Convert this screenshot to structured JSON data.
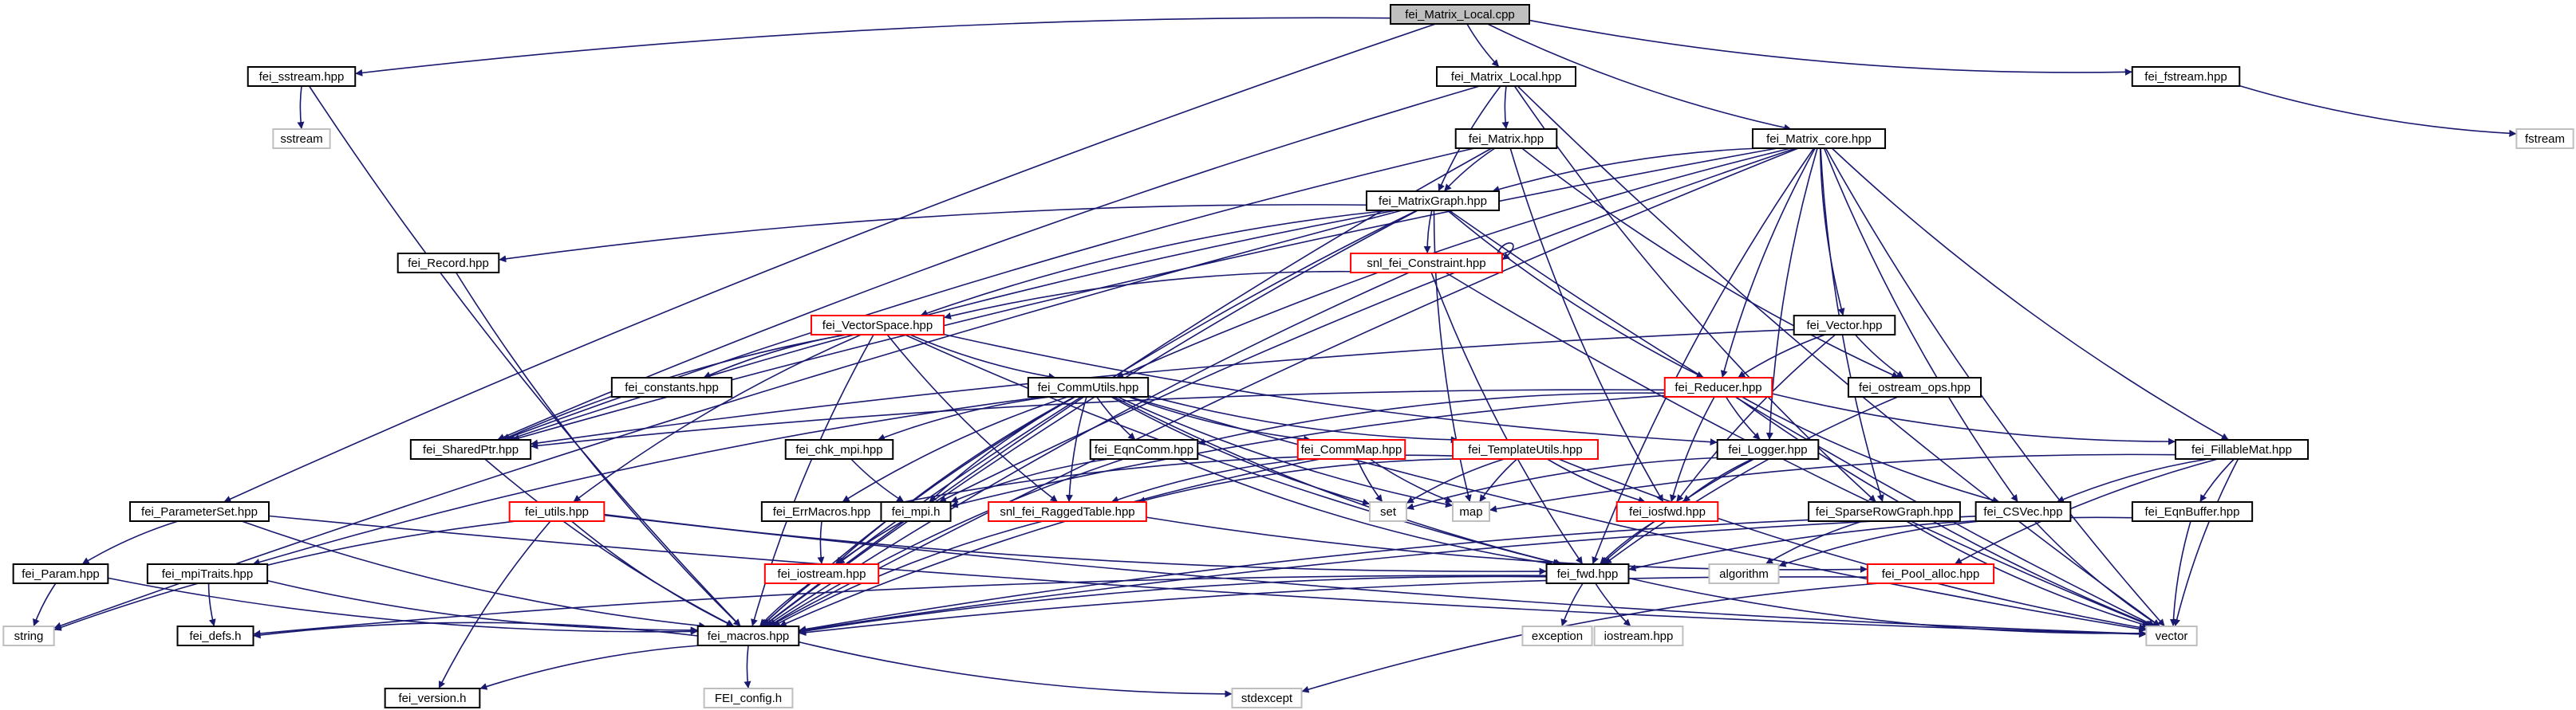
{
  "graph": {
    "nodes": [
      {
        "id": "local_cpp",
        "label": "fei_Matrix_Local.cpp",
        "style": "root"
      },
      {
        "id": "sstream_hpp",
        "label": "fei_sstream.hpp",
        "style": "normal"
      },
      {
        "id": "local_hpp",
        "label": "fei_Matrix_Local.hpp",
        "style": "normal"
      },
      {
        "id": "fstream_hpp",
        "label": "fei_fstream.hpp",
        "style": "normal"
      },
      {
        "id": "sstream",
        "label": "sstream",
        "style": "system"
      },
      {
        "id": "fstream",
        "label": "fstream",
        "style": "system"
      },
      {
        "id": "matrix_hpp",
        "label": "fei_Matrix.hpp",
        "style": "normal"
      },
      {
        "id": "core_hpp",
        "label": "fei_Matrix_core.hpp",
        "style": "normal"
      },
      {
        "id": "graph_hpp",
        "label": "fei_MatrixGraph.hpp",
        "style": "normal"
      },
      {
        "id": "record",
        "label": "fei_Record.hpp",
        "style": "normal"
      },
      {
        "id": "constraint",
        "label": "snl_fei_Constraint.hpp",
        "style": "red"
      },
      {
        "id": "vspace",
        "label": "fei_VectorSpace.hpp",
        "style": "red"
      },
      {
        "id": "vector_hpp",
        "label": "fei_Vector.hpp",
        "style": "normal"
      },
      {
        "id": "constants",
        "label": "fei_constants.hpp",
        "style": "normal"
      },
      {
        "id": "commutils",
        "label": "fei_CommUtils.hpp",
        "style": "normal"
      },
      {
        "id": "reducer",
        "label": "fei_Reducer.hpp",
        "style": "red"
      },
      {
        "id": "ostream_ops",
        "label": "fei_ostream_ops.hpp",
        "style": "normal"
      },
      {
        "id": "sharedptr",
        "label": "fei_SharedPtr.hpp",
        "style": "normal"
      },
      {
        "id": "chk_mpi",
        "label": "fei_chk_mpi.hpp",
        "style": "normal"
      },
      {
        "id": "eqncomm",
        "label": "fei_EqnComm.hpp",
        "style": "normal"
      },
      {
        "id": "commmap",
        "label": "fei_CommMap.hpp",
        "style": "red"
      },
      {
        "id": "templateutils",
        "label": "fei_TemplateUtils.hpp",
        "style": "red"
      },
      {
        "id": "logger",
        "label": "fei_Logger.hpp",
        "style": "normal"
      },
      {
        "id": "fillable",
        "label": "fei_FillableMat.hpp",
        "style": "normal"
      },
      {
        "id": "paramset",
        "label": "fei_ParameterSet.hpp",
        "style": "normal"
      },
      {
        "id": "utils",
        "label": "fei_utils.hpp",
        "style": "red"
      },
      {
        "id": "errmacros",
        "label": "fei_ErrMacros.hpp",
        "style": "normal"
      },
      {
        "id": "mpi_h",
        "label": "fei_mpi.h",
        "style": "normal"
      },
      {
        "id": "ragged",
        "label": "snl_fei_RaggedTable.hpp",
        "style": "red"
      },
      {
        "id": "set",
        "label": "set",
        "style": "system"
      },
      {
        "id": "map",
        "label": "map",
        "style": "system"
      },
      {
        "id": "iosfwd",
        "label": "fei_iosfwd.hpp",
        "style": "red"
      },
      {
        "id": "sparserow",
        "label": "fei_SparseRowGraph.hpp",
        "style": "normal"
      },
      {
        "id": "csvec",
        "label": "fei_CSVec.hpp",
        "style": "normal"
      },
      {
        "id": "eqnbuffer",
        "label": "fei_EqnBuffer.hpp",
        "style": "normal"
      },
      {
        "id": "param",
        "label": "fei_Param.hpp",
        "style": "normal"
      },
      {
        "id": "mpitraits",
        "label": "fei_mpiTraits.hpp",
        "style": "normal"
      },
      {
        "id": "iostream_hpp",
        "label": "fei_iostream.hpp",
        "style": "red"
      },
      {
        "id": "fwd",
        "label": "fei_fwd.hpp",
        "style": "normal"
      },
      {
        "id": "algorithm",
        "label": "algorithm",
        "style": "system"
      },
      {
        "id": "pool",
        "label": "fei_Pool_alloc.hpp",
        "style": "red"
      },
      {
        "id": "string",
        "label": "string",
        "style": "system"
      },
      {
        "id": "defs",
        "label": "fei_defs.h",
        "style": "normal"
      },
      {
        "id": "macros",
        "label": "fei_macros.hpp",
        "style": "normal"
      },
      {
        "id": "vector",
        "label": "vector",
        "style": "system"
      },
      {
        "id": "exception",
        "label": "exception",
        "style": "system"
      },
      {
        "id": "iostream_std",
        "label": "iostream.hpp",
        "style": "system"
      },
      {
        "id": "version",
        "label": "fei_version.h",
        "style": "normal"
      },
      {
        "id": "config",
        "label": "FEI_config.h",
        "style": "system"
      },
      {
        "id": "stdexcept",
        "label": "stdexcept",
        "style": "system"
      }
    ],
    "edges": [
      [
        "local_cpp",
        "sstream_hpp"
      ],
      [
        "local_cpp",
        "local_hpp"
      ],
      [
        "local_cpp",
        "fstream_hpp"
      ],
      [
        "local_cpp",
        "core_hpp"
      ],
      [
        "local_cpp",
        "paramset"
      ],
      [
        "sstream_hpp",
        "sstream"
      ],
      [
        "sstream_hpp",
        "macros"
      ],
      [
        "fstream_hpp",
        "fstream"
      ],
      [
        "local_hpp",
        "matrix_hpp"
      ],
      [
        "local_hpp",
        "graph_hpp"
      ],
      [
        "local_hpp",
        "sharedptr"
      ],
      [
        "local_hpp",
        "sparserow"
      ],
      [
        "local_hpp",
        "vector"
      ],
      [
        "matrix_hpp",
        "graph_hpp"
      ],
      [
        "matrix_hpp",
        "sharedptr"
      ],
      [
        "matrix_hpp",
        "iosfwd"
      ],
      [
        "matrix_hpp",
        "macros"
      ],
      [
        "matrix_hpp",
        "ostream_ops"
      ],
      [
        "core_hpp",
        "graph_hpp"
      ],
      [
        "core_hpp",
        "vector_hpp"
      ],
      [
        "core_hpp",
        "reducer"
      ],
      [
        "core_hpp",
        "fillable"
      ],
      [
        "core_hpp",
        "commutils"
      ],
      [
        "core_hpp",
        "fwd"
      ],
      [
        "core_hpp",
        "macros"
      ],
      [
        "core_hpp",
        "vector"
      ],
      [
        "core_hpp",
        "logger"
      ],
      [
        "core_hpp",
        "sharedptr"
      ],
      [
        "core_hpp",
        "mpi_h"
      ],
      [
        "core_hpp",
        "csvec"
      ],
      [
        "core_hpp",
        "sparserow"
      ],
      [
        "graph_hpp",
        "record"
      ],
      [
        "graph_hpp",
        "constraint"
      ],
      [
        "graph_hpp",
        "vspace"
      ],
      [
        "graph_hpp",
        "reducer"
      ],
      [
        "graph_hpp",
        "sharedptr"
      ],
      [
        "graph_hpp",
        "iostream_hpp"
      ],
      [
        "graph_hpp",
        "vector"
      ],
      [
        "graph_hpp",
        "map"
      ],
      [
        "graph_hpp",
        "string"
      ],
      [
        "graph_hpp",
        "macros"
      ],
      [
        "record",
        "macros"
      ],
      [
        "constraint",
        "constraint"
      ],
      [
        "constraint",
        "vspace"
      ],
      [
        "constraint",
        "fwd"
      ],
      [
        "constraint",
        "macros"
      ],
      [
        "constraint",
        "vector"
      ],
      [
        "vspace",
        "constants"
      ],
      [
        "vspace",
        "commutils"
      ],
      [
        "vspace",
        "sharedptr"
      ],
      [
        "vspace",
        "ragged"
      ],
      [
        "vspace",
        "logger"
      ],
      [
        "vspace",
        "utils"
      ],
      [
        "vspace",
        "macros"
      ],
      [
        "vspace",
        "fwd"
      ],
      [
        "vector_hpp",
        "reducer"
      ],
      [
        "vector_hpp",
        "ostream_ops"
      ],
      [
        "vector_hpp",
        "iosfwd"
      ],
      [
        "vector_hpp",
        "sharedptr"
      ],
      [
        "commutils",
        "chk_mpi"
      ],
      [
        "commutils",
        "eqncomm"
      ],
      [
        "commutils",
        "commmap"
      ],
      [
        "commutils",
        "templateutils"
      ],
      [
        "commutils",
        "mpi_h"
      ],
      [
        "commutils",
        "ragged"
      ],
      [
        "commutils",
        "errmacros"
      ],
      [
        "commutils",
        "iostream_hpp"
      ],
      [
        "commutils",
        "set"
      ],
      [
        "commutils",
        "map"
      ],
      [
        "commutils",
        "vector"
      ],
      [
        "commutils",
        "fwd"
      ],
      [
        "commutils",
        "mpitraits"
      ],
      [
        "commutils",
        "macros"
      ],
      [
        "reducer",
        "logger"
      ],
      [
        "reducer",
        "fillable"
      ],
      [
        "reducer",
        "csvec"
      ],
      [
        "reducer",
        "sharedptr"
      ],
      [
        "reducer",
        "eqncomm"
      ],
      [
        "reducer",
        "mpi_h"
      ],
      [
        "reducer",
        "iosfwd"
      ],
      [
        "reducer",
        "vector"
      ],
      [
        "ostream_ops",
        "fwd"
      ],
      [
        "sharedptr",
        "macros"
      ],
      [
        "chk_mpi",
        "mpi_h"
      ],
      [
        "eqncomm",
        "mpi_h"
      ],
      [
        "eqncomm",
        "fwd"
      ],
      [
        "eqncomm",
        "macros"
      ],
      [
        "commmap",
        "set"
      ],
      [
        "commmap",
        "map"
      ],
      [
        "commmap",
        "ragged"
      ],
      [
        "commmap",
        "macros"
      ],
      [
        "templateutils",
        "set"
      ],
      [
        "templateutils",
        "map"
      ],
      [
        "templateutils",
        "vector"
      ],
      [
        "templateutils",
        "iosfwd"
      ],
      [
        "templateutils",
        "errmacros"
      ],
      [
        "templateutils",
        "ragged"
      ],
      [
        "logger",
        "iosfwd"
      ],
      [
        "logger",
        "set"
      ],
      [
        "logger",
        "fwd"
      ],
      [
        "fillable",
        "csvec"
      ],
      [
        "fillable",
        "eqnbuffer"
      ],
      [
        "fillable",
        "pool"
      ],
      [
        "fillable",
        "vector"
      ],
      [
        "fillable",
        "map"
      ],
      [
        "paramset",
        "param"
      ],
      [
        "paramset",
        "vector"
      ],
      [
        "paramset",
        "macros"
      ],
      [
        "utils",
        "fwd"
      ],
      [
        "utils",
        "string"
      ],
      [
        "utils",
        "version"
      ],
      [
        "utils",
        "macros"
      ],
      [
        "utils",
        "vector"
      ],
      [
        "errmacros",
        "iostream_hpp"
      ],
      [
        "mpi_h",
        "macros"
      ],
      [
        "ragged",
        "macros"
      ],
      [
        "ragged",
        "pool"
      ],
      [
        "iosfwd",
        "fwd"
      ],
      [
        "sparserow",
        "algorithm"
      ],
      [
        "sparserow",
        "vector"
      ],
      [
        "sparserow",
        "macros"
      ],
      [
        "csvec",
        "algorithm"
      ],
      [
        "csvec",
        "vector"
      ],
      [
        "csvec",
        "macros"
      ],
      [
        "eqnbuffer",
        "vector"
      ],
      [
        "eqnbuffer",
        "fwd"
      ],
      [
        "param",
        "string"
      ],
      [
        "param",
        "macros"
      ],
      [
        "mpitraits",
        "defs"
      ],
      [
        "mpitraits",
        "macros"
      ],
      [
        "iostream_hpp",
        "macros"
      ],
      [
        "fwd",
        "macros"
      ],
      [
        "fwd",
        "exception"
      ],
      [
        "fwd",
        "iostream_std"
      ],
      [
        "fwd",
        "vector"
      ],
      [
        "fwd",
        "defs"
      ],
      [
        "pool",
        "macros"
      ],
      [
        "pool",
        "stdexcept"
      ],
      [
        "macros",
        "defs"
      ],
      [
        "macros",
        "version"
      ],
      [
        "macros",
        "config"
      ],
      [
        "macros",
        "stdexcept"
      ]
    ]
  }
}
